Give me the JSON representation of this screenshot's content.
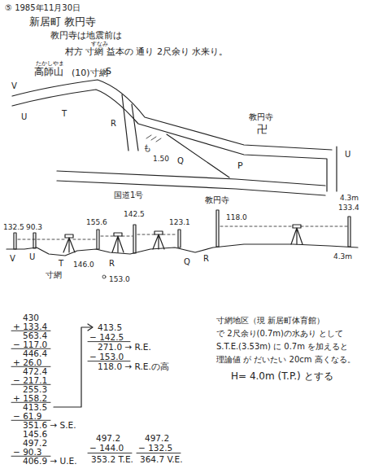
{
  "diagram": {
    "labels": [
      "⑤ 1985年11月30日",
      "新居町 教円寺",
      "教円寺は地震前は",
      "すなみ",
      "村方 寸網 益本の 通り 2尺余り 水来り。",
      "たかしやま",
      "高師山",
      "V",
      "(10)寸網",
      "S",
      "U",
      "T",
      "R",
      "も",
      "1.50",
      "Q",
      "教円寺",
      "卍",
      "U",
      "P",
      "国道1号",
      "4.3m",
      "132.5",
      "90.3",
      "155.6",
      "142.5",
      "123.1",
      "教円寺",
      "118.0",
      "133.4",
      "V",
      "U",
      "T",
      "寸網",
      "146.0",
      "R",
      "153.0",
      "Q",
      "R",
      "4.3m",
      "430",
      "+ 133.4",
      "563.4",
      "− 117.0",
      "446.4",
      "+ 26.0",
      "472.4",
      "− 217.1",
      "255.3",
      "+ 158.2",
      "413.5",
      "− 61.9",
      "351.6 → S.E.",
      "145.6",
      "497.2",
      "− 90.3",
      "406.9 → U.E.",
      "413.5",
      "− 142.5",
      "271.0 → R.E.",
      "− 153.0",
      "118.0 → R.E.の高",
      "497.2",
      "− 144.0",
      "353.2 T.E.",
      "497.2",
      "− 132.5",
      "364.7 V.E.",
      "寸網地区（現 新居町体育館）",
      "で 2尺余り(0.7m)の水あり として",
      "S.T.E.(3.53m) に 0.7m を加えると",
      "理論値 が だいたい 20cm 高くなる。",
      "H= 4.0m (T.P.) とする"
    ]
  }
}
